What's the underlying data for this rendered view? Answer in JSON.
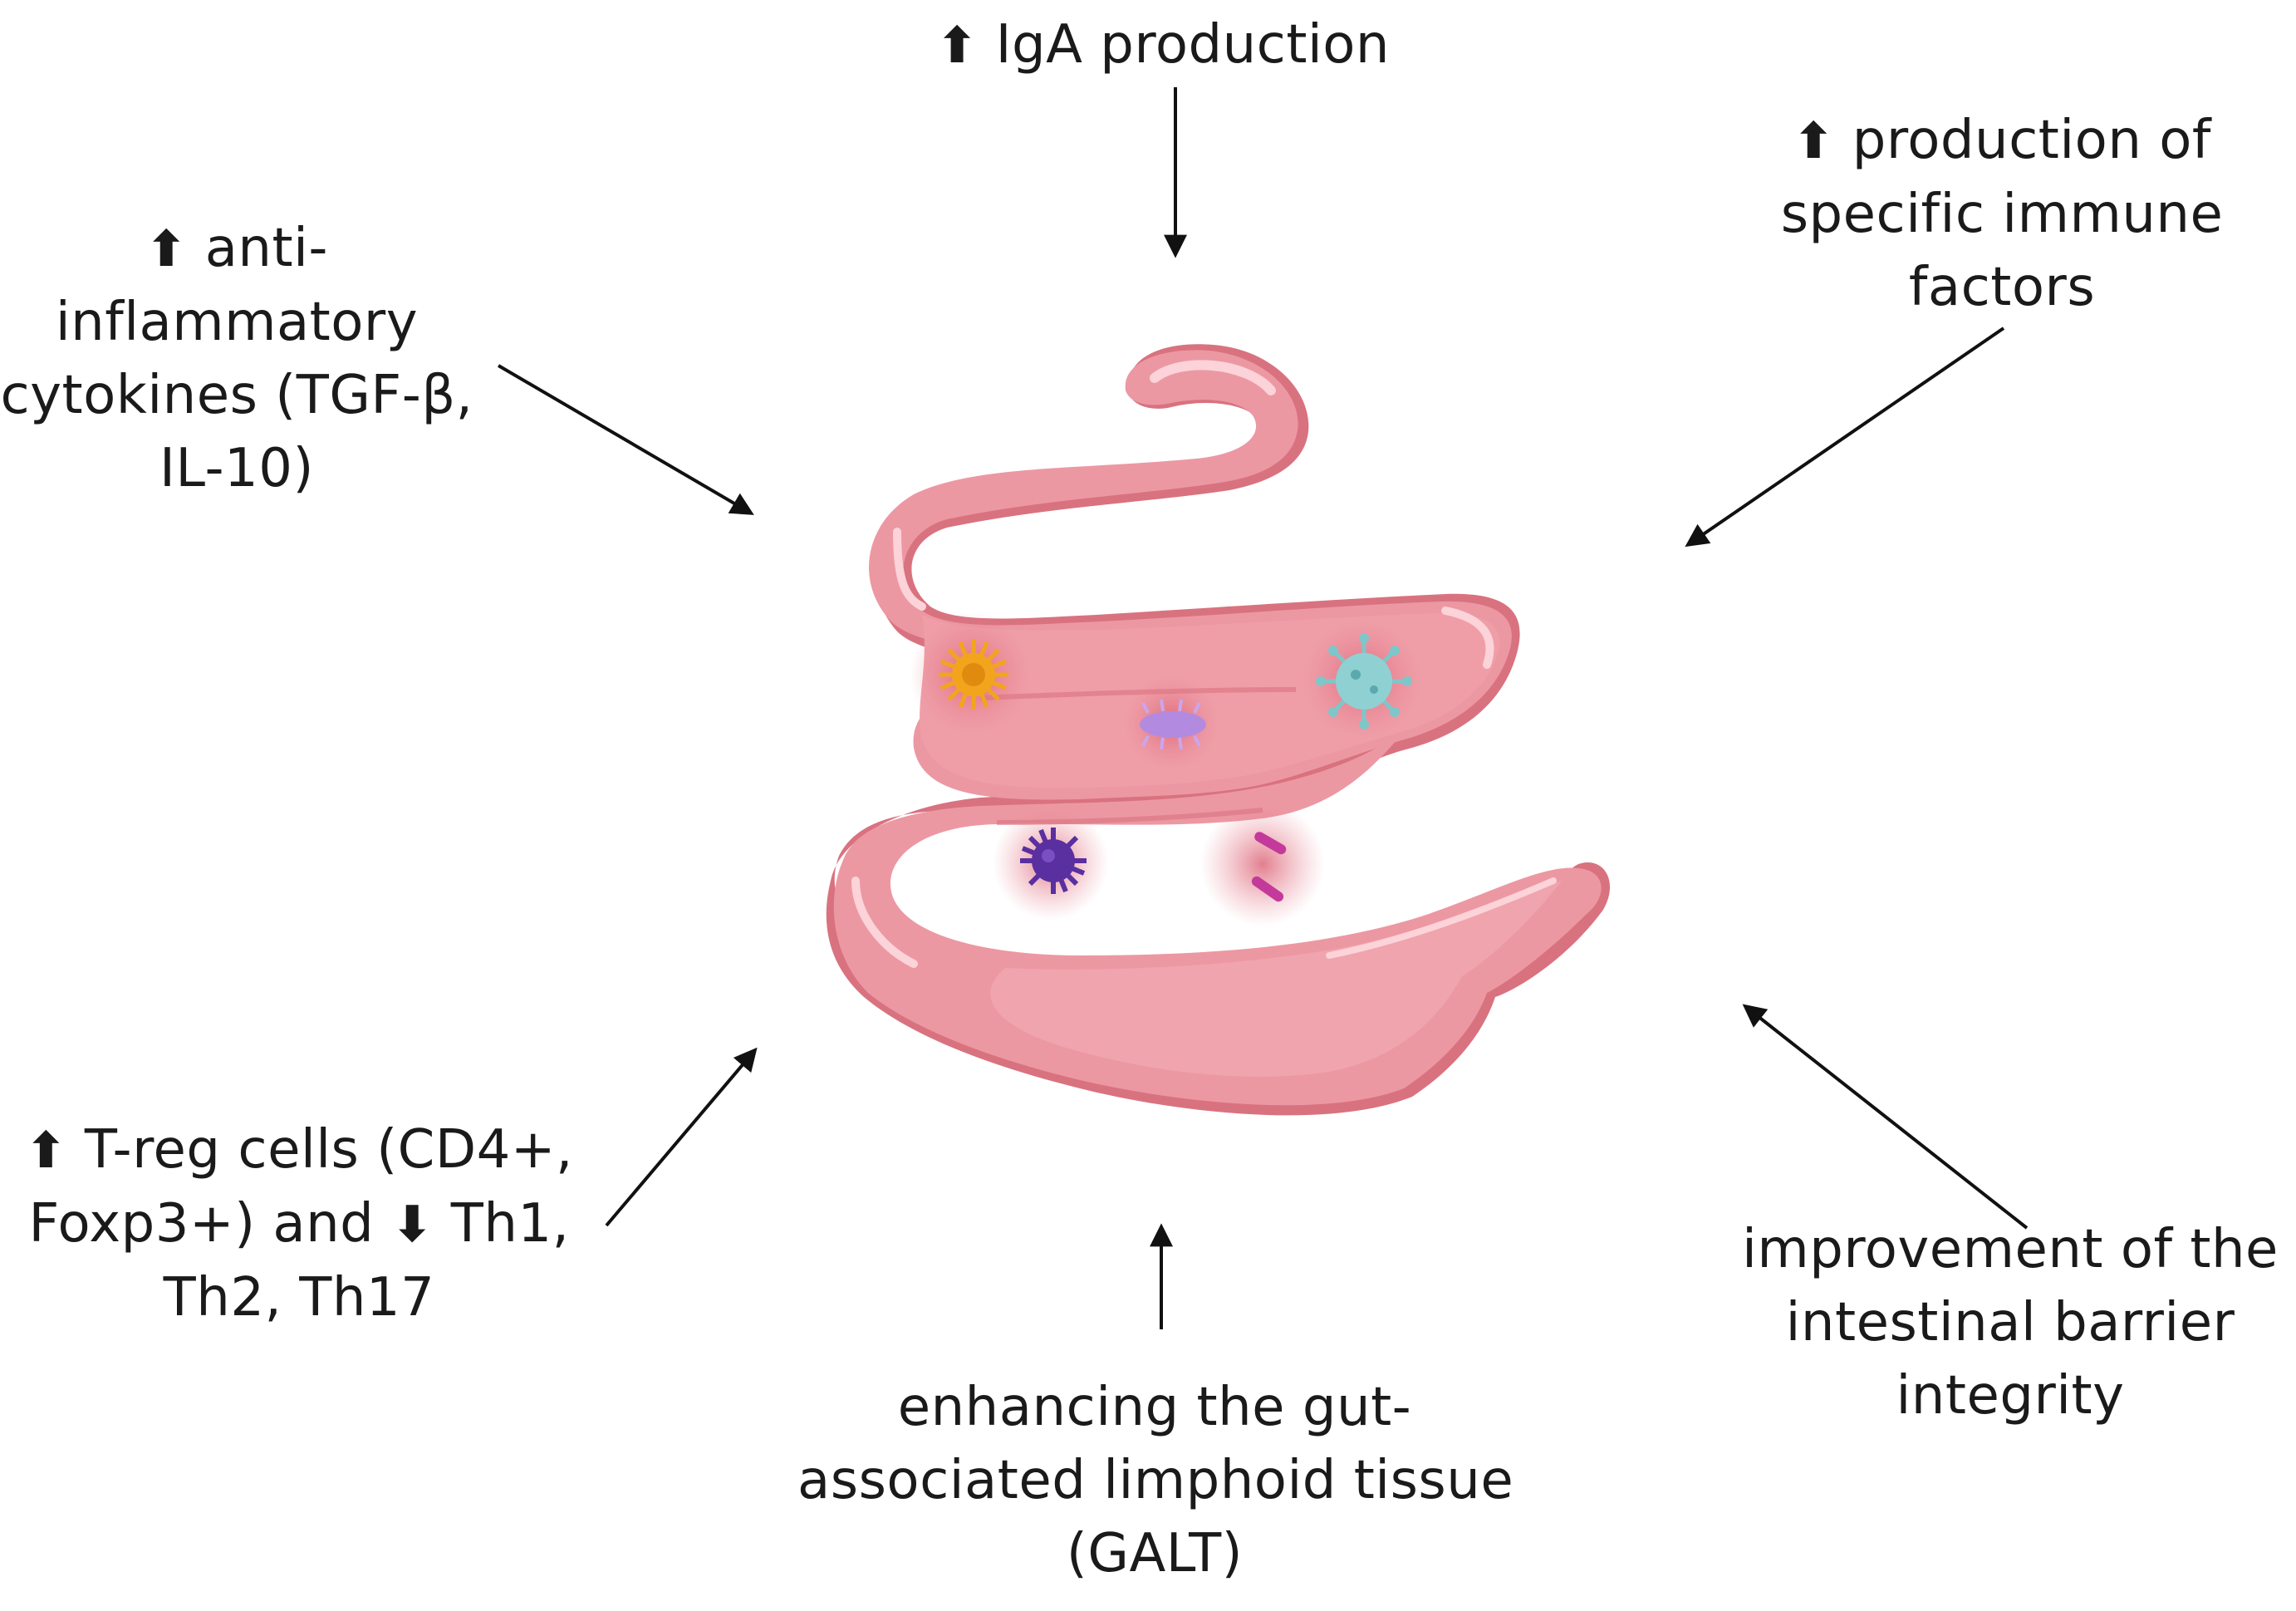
{
  "up_arrow": "⬆",
  "down_arrow": "⬇",
  "labels": {
    "top": {
      "text": "IgA production"
    },
    "top_left": {
      "line1": "anti-",
      "line2": "inflammatory",
      "line3": "cytokines (TGF-β,",
      "line4": "IL-10)"
    },
    "top_right": {
      "line1": "production of",
      "line2": "specific immune",
      "line3": "factors"
    },
    "bottom_left": {
      "line1a": "T-reg cells (CD4+,",
      "line2a": "Foxp3+) and",
      "line2b": "Th1,",
      "line3": "Th2, Th17"
    },
    "bottom": {
      "line1": "enhancing the gut-",
      "line2": "associated limphoid tissue",
      "line3": "(GALT)"
    },
    "bottom_right": {
      "line1": "improvement of the",
      "line2": "intestinal barrier",
      "line3": "integrity"
    }
  },
  "colors": {
    "intestine": "#e98b97",
    "intestine_light": "#f4b3bb",
    "intestine_dark": "#d9727f",
    "arrow": "#111111",
    "microbe_yellow": "#f2a51c",
    "microbe_teal": "#7fc6c9",
    "microbe_lilac": "#b28be0",
    "microbe_purple": "#5a2fa0",
    "microbe_magenta": "#c43a9a"
  }
}
